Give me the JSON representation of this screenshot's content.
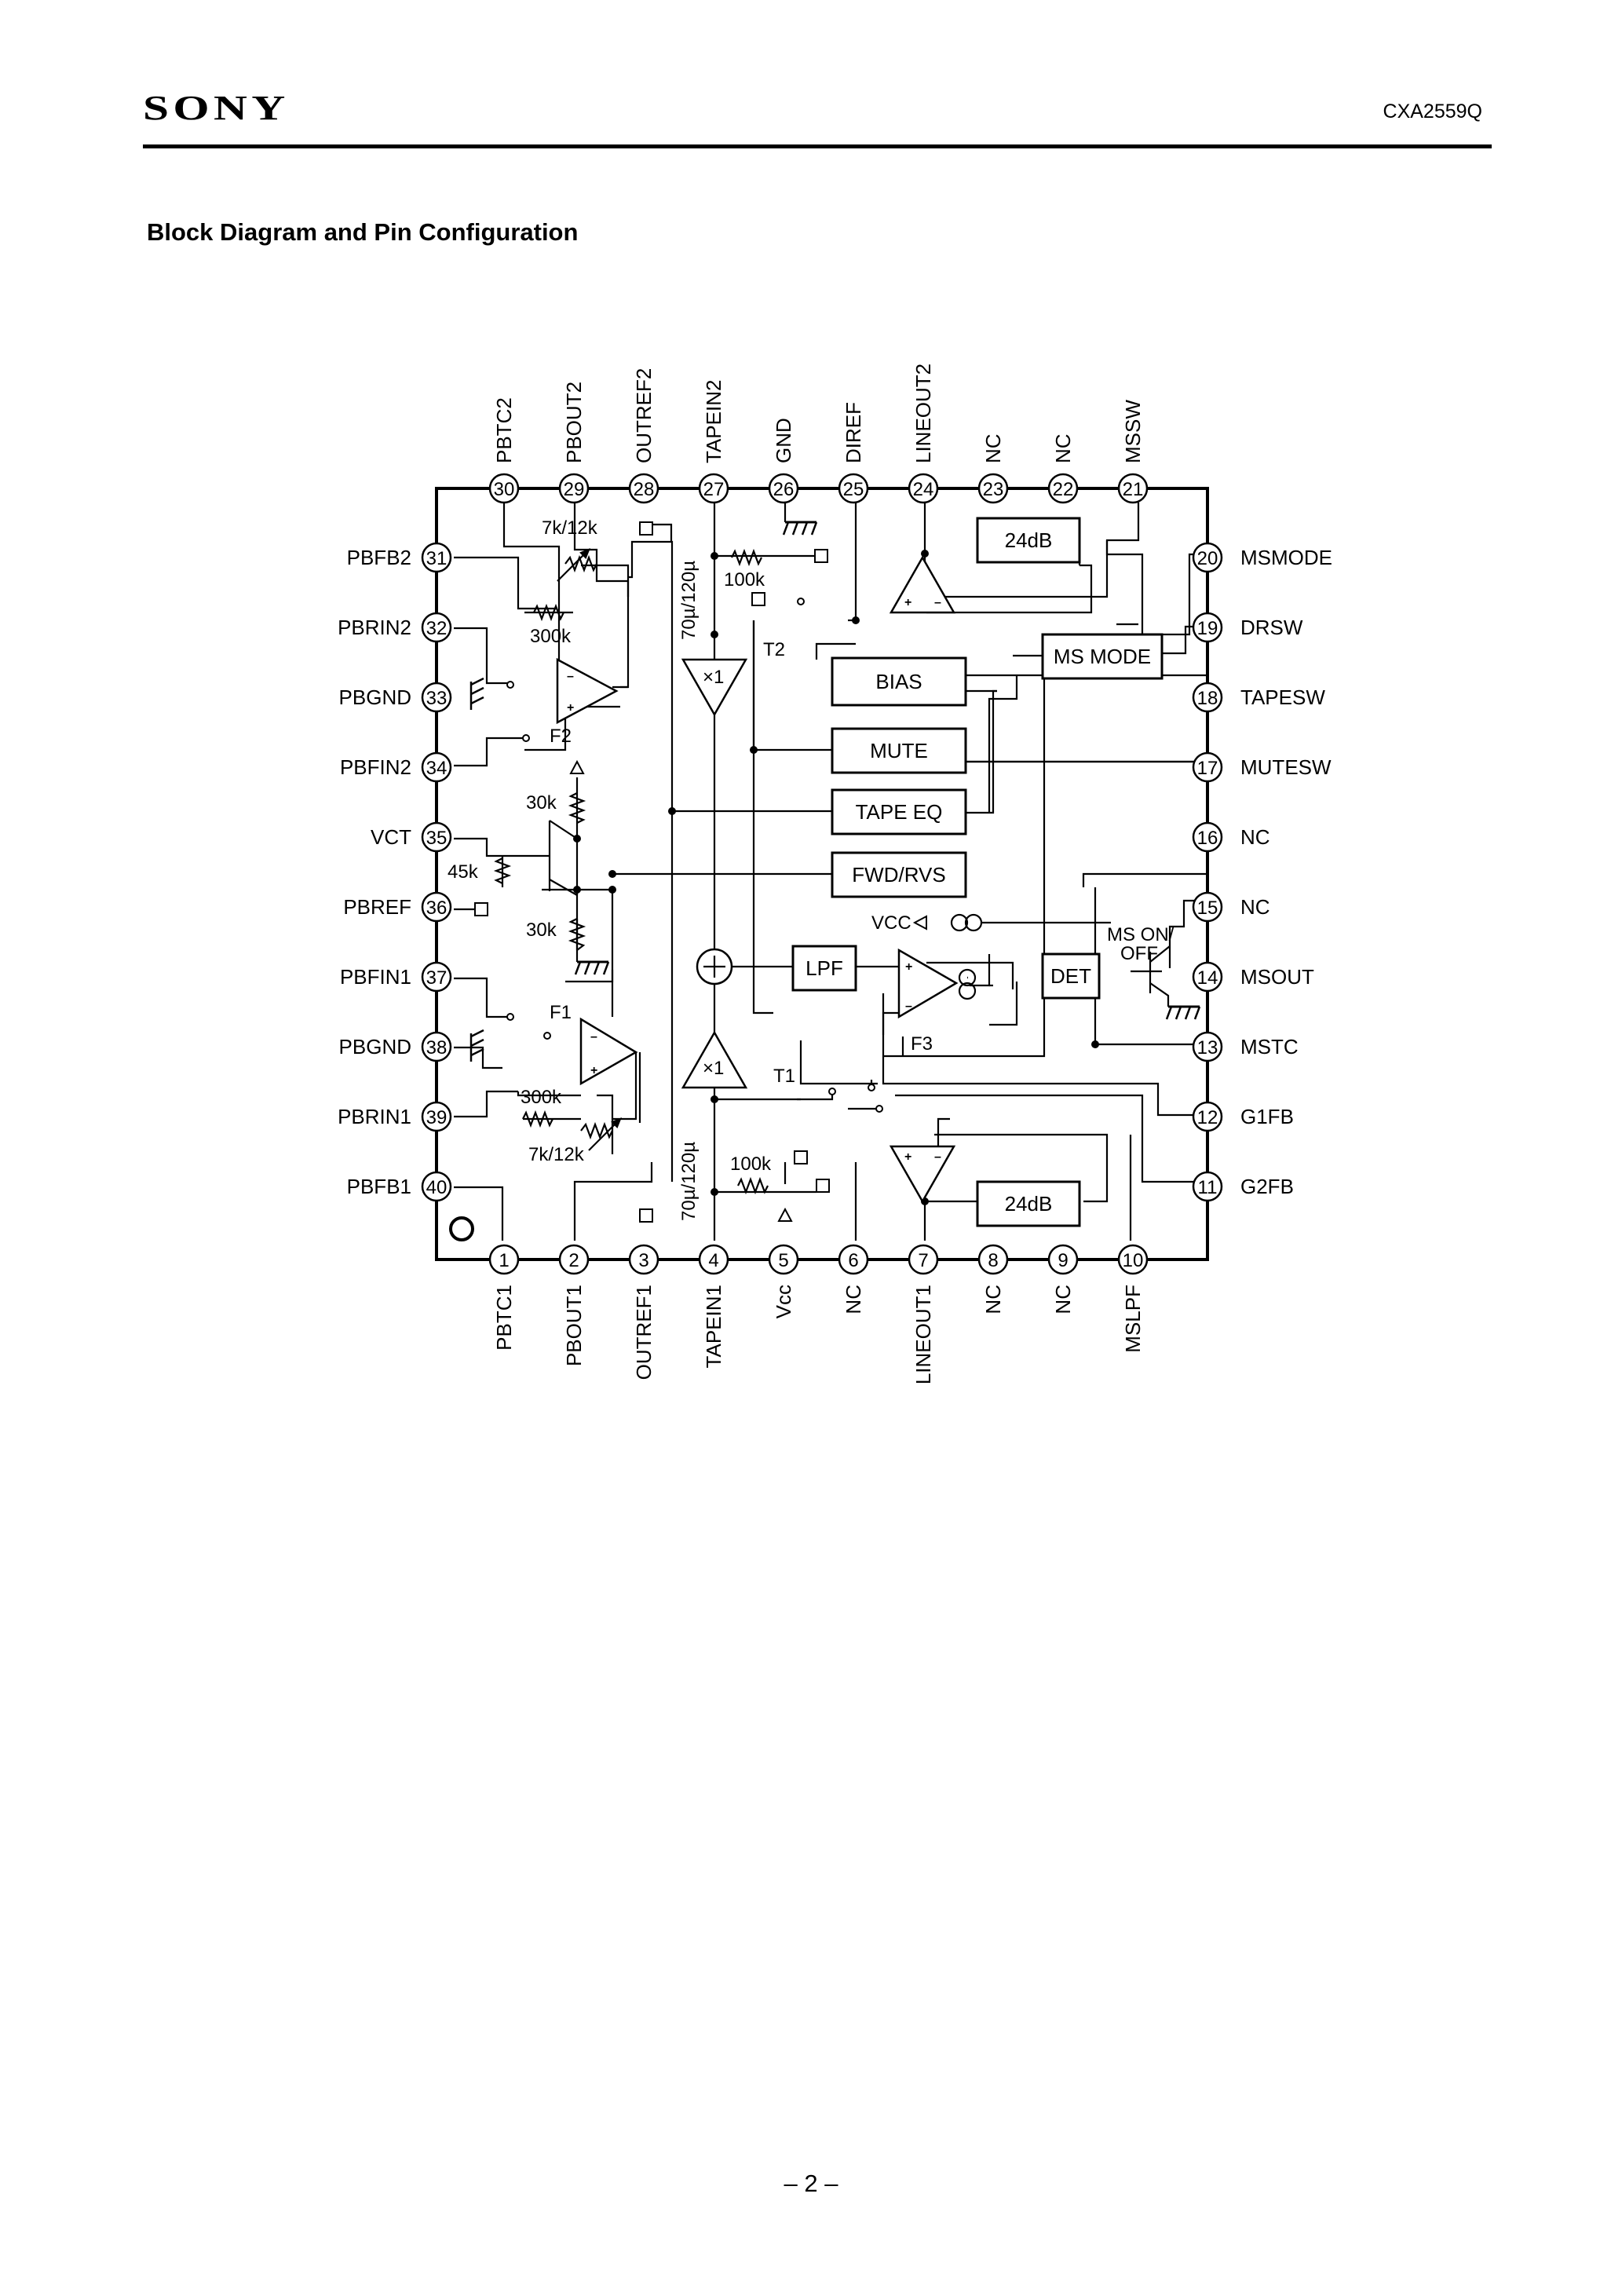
{
  "header": {
    "brand": "SONY",
    "part_number": "CXA2559Q"
  },
  "section": {
    "title": "Block Diagram and Pin Configuration"
  },
  "footer": {
    "page": "– 2 –"
  },
  "pins": {
    "top": [
      {
        "num": "30",
        "name": "PBTC2"
      },
      {
        "num": "29",
        "name": "PBOUT2"
      },
      {
        "num": "28",
        "name": "OUTREF2"
      },
      {
        "num": "27",
        "name": "TAPEIN2"
      },
      {
        "num": "26",
        "name": "GND"
      },
      {
        "num": "25",
        "name": "DIREF"
      },
      {
        "num": "24",
        "name": "LINEOUT2"
      },
      {
        "num": "23",
        "name": "NC"
      },
      {
        "num": "22",
        "name": "NC"
      },
      {
        "num": "21",
        "name": "MSSW"
      }
    ],
    "bottom": [
      {
        "num": "1",
        "name": "PBTC1"
      },
      {
        "num": "2",
        "name": "PBOUT1"
      },
      {
        "num": "3",
        "name": "OUTREF1"
      },
      {
        "num": "4",
        "name": "TAPEIN1"
      },
      {
        "num": "5",
        "name": "Vcc"
      },
      {
        "num": "6",
        "name": "NC"
      },
      {
        "num": "7",
        "name": "LINEOUT1"
      },
      {
        "num": "8",
        "name": "NC"
      },
      {
        "num": "9",
        "name": "NC"
      },
      {
        "num": "10",
        "name": "MSLPF"
      }
    ],
    "left": [
      {
        "num": "31",
        "name": "PBFB2"
      },
      {
        "num": "32",
        "name": "PBRIN2"
      },
      {
        "num": "33",
        "name": "PBGND"
      },
      {
        "num": "34",
        "name": "PBFIN2"
      },
      {
        "num": "35",
        "name": "VCT"
      },
      {
        "num": "36",
        "name": "PBREF"
      },
      {
        "num": "37",
        "name": "PBFIN1"
      },
      {
        "num": "38",
        "name": "PBGND"
      },
      {
        "num": "39",
        "name": "PBRIN1"
      },
      {
        "num": "40",
        "name": "PBFB1"
      }
    ],
    "right": [
      {
        "num": "20",
        "name": "MSMODE"
      },
      {
        "num": "19",
        "name": "DRSW"
      },
      {
        "num": "18",
        "name": "TAPESW"
      },
      {
        "num": "17",
        "name": "MUTESW"
      },
      {
        "num": "16",
        "name": "NC"
      },
      {
        "num": "15",
        "name": "NC"
      },
      {
        "num": "14",
        "name": "MSOUT"
      },
      {
        "num": "13",
        "name": "MSTC"
      },
      {
        "num": "12",
        "name": "G1FB"
      },
      {
        "num": "11",
        "name": "G2FB"
      }
    ]
  },
  "blocks": {
    "bias": "BIAS",
    "mute": "MUTE",
    "tape_eq": "TAPE EQ",
    "fwd_rvs": "FWD/RVS",
    "ms_mode": "MS MODE",
    "lpf": "LPF",
    "det": "DET",
    "gain_top": "24dB",
    "gain_bottom": "24dB"
  },
  "labels": {
    "r_7k12k_top": "7k/12k",
    "r_300k_top": "300k",
    "r_100k_top": "100k",
    "cap_top": "70µ/120µ",
    "r_30k_a": "30k",
    "r_45k": "45k",
    "r_30k_b": "30k",
    "r_300k_bot": "300k",
    "r_7k12k_bot": "7k/12k",
    "r_100k_bot": "100k",
    "cap_bot": "70µ/120µ",
    "sw_f1": "F1",
    "sw_f2": "F2",
    "sw_f3": "F3",
    "sw_t1": "T1",
    "sw_t2": "T2",
    "buf_top": "×1",
    "buf_bot": "×1",
    "vcc_label": "VCC",
    "ms_onoff_1": "MS ON/",
    "ms_onoff_2": "OFF"
  }
}
